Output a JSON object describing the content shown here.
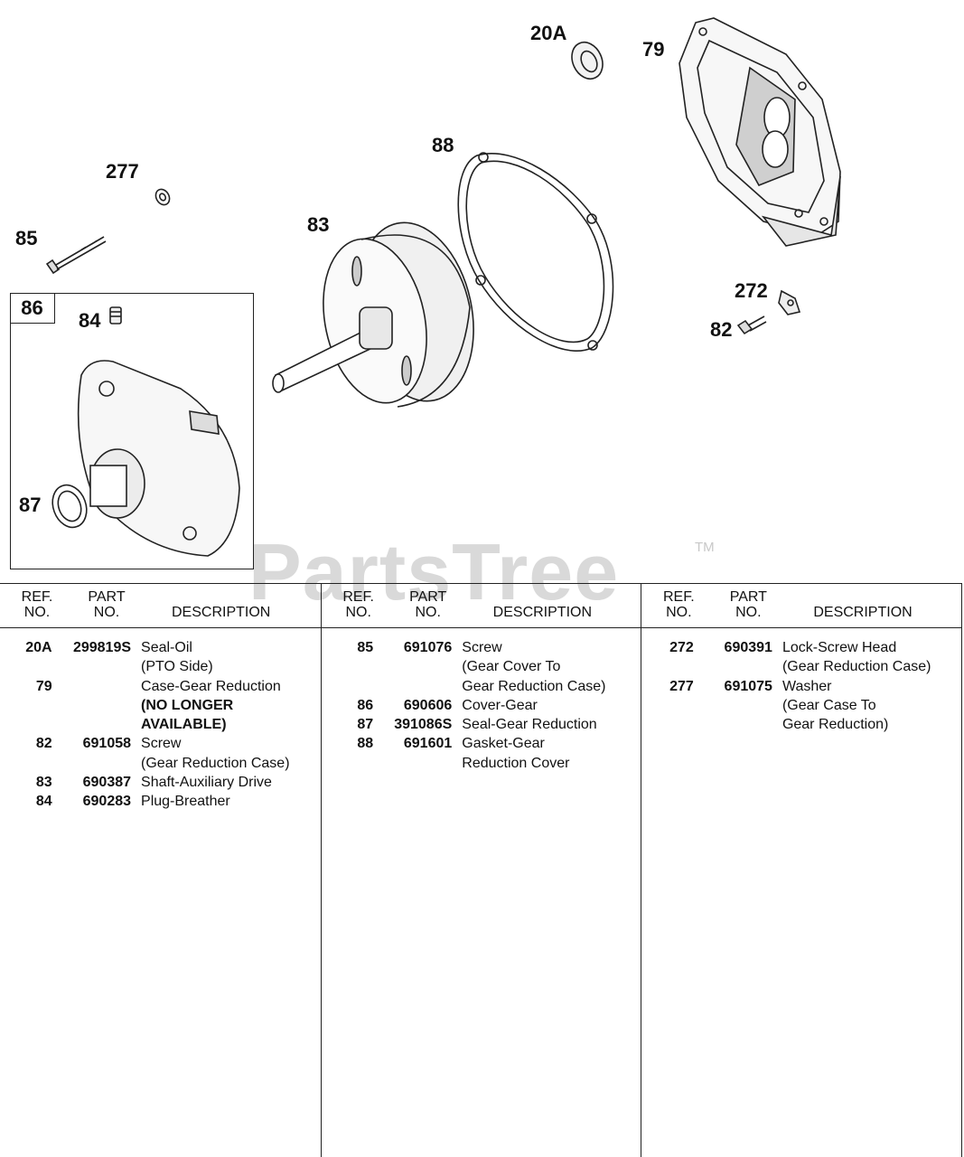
{
  "diagram": {
    "callouts": {
      "c20A": "20A",
      "c79": "79",
      "c88": "88",
      "c277": "277",
      "c85": "85",
      "c83": "83",
      "c272": "272",
      "c82": "82",
      "c86": "86",
      "c84": "84",
      "c87": "87"
    },
    "watermark": "PartsTree",
    "trademark": "TM"
  },
  "table": {
    "headers": {
      "ref": [
        "REF.",
        "NO."
      ],
      "part": [
        "PART",
        "NO."
      ],
      "desc": "DESCRIPTION"
    },
    "columns": [
      [
        {
          "ref": "20A",
          "part": "299819S",
          "desc": [
            "Seal-Oil",
            "(PTO Side)"
          ],
          "note": []
        },
        {
          "ref": "79",
          "part": "",
          "desc": [
            "Case-Gear Reduction"
          ],
          "note": [
            "(NO LONGER",
            "AVAILABLE)"
          ]
        },
        {
          "ref": "82",
          "part": "691058",
          "desc": [
            "Screw",
            "(Gear Reduction Case)"
          ],
          "note": []
        },
        {
          "ref": "83",
          "part": "690387",
          "desc": [
            "Shaft-Auxiliary Drive"
          ],
          "note": []
        },
        {
          "ref": "84",
          "part": "690283",
          "desc": [
            "Plug-Breather"
          ],
          "note": []
        }
      ],
      [
        {
          "ref": "85",
          "part": "691076",
          "desc": [
            "Screw",
            "(Gear Cover To",
            "Gear Reduction Case)"
          ],
          "note": []
        },
        {
          "ref": "86",
          "part": "690606",
          "desc": [
            "Cover-Gear"
          ],
          "note": []
        },
        {
          "ref": "87",
          "part": "391086S",
          "desc": [
            "Seal-Gear Reduction"
          ],
          "note": []
        },
        {
          "ref": "88",
          "part": "691601",
          "desc": [
            "Gasket-Gear",
            "Reduction Cover"
          ],
          "note": []
        }
      ],
      [
        {
          "ref": "272",
          "part": "690391",
          "desc": [
            "Lock-Screw Head",
            "(Gear Reduction Case)"
          ],
          "note": []
        },
        {
          "ref": "277",
          "part": "691075",
          "desc": [
            "Washer",
            "(Gear Case To",
            "Gear Reduction)"
          ],
          "note": []
        }
      ]
    ]
  }
}
